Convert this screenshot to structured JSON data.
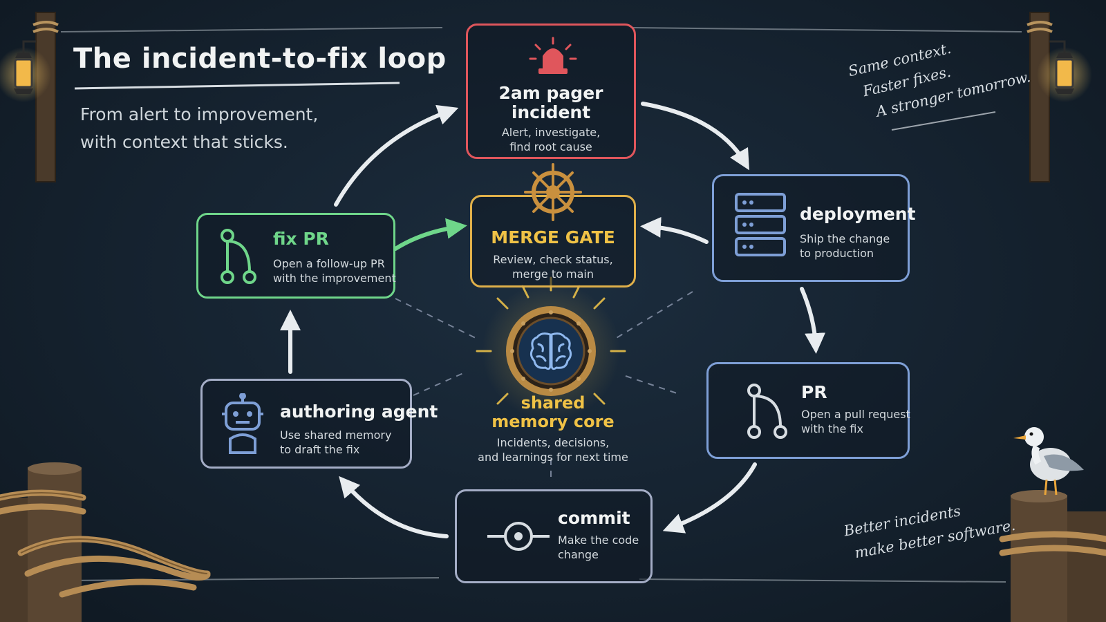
{
  "header": {
    "title": "The incident-to-fix loop",
    "subtitle_lines": [
      "From alert to improvement,",
      "with context that sticks."
    ]
  },
  "notes": {
    "top_right": [
      "Same context.",
      "Faster fixes.",
      "A stronger tomorrow."
    ],
    "bottom_right": [
      "Better incidents",
      "make better software."
    ]
  },
  "nodes": {
    "incident": {
      "title_lines": [
        "2am pager",
        "incident"
      ],
      "desc": [
        "Alert, investigate,",
        "find root cause"
      ],
      "color": "#e0565c",
      "icon": "siren-icon"
    },
    "deployment": {
      "title": "deployment",
      "desc": [
        "Ship the change",
        "to production"
      ],
      "color": "#7e9fd6",
      "icon": "server-icon"
    },
    "pr": {
      "title": "PR",
      "desc": [
        "Open a pull request",
        "with the fix"
      ],
      "color": "#7e9fd6",
      "icon": "git-branch-icon"
    },
    "commit": {
      "title": "commit",
      "desc": [
        "Make the code",
        "change"
      ],
      "color": "#a4adc6",
      "icon": "git-commit-icon"
    },
    "authoring_agent": {
      "title": "authoring agent",
      "desc": [
        "Use shared memory",
        "to draft the fix"
      ],
      "color": "#a4adc6",
      "icon": "robot-icon"
    },
    "fix_pr": {
      "title": "fix PR",
      "desc": [
        "Open a follow-up PR",
        "with the improvement"
      ],
      "color": "#6fd68a",
      "icon": "git-branch-icon"
    },
    "merge_gate": {
      "title": "MERGE GATE",
      "desc": [
        "Review, check status,",
        "merge to main"
      ],
      "color": "#e0b04a",
      "icon": "ship-wheel-icon"
    }
  },
  "core": {
    "title_lines": [
      "shared",
      "memory core"
    ],
    "desc": [
      "Incidents, decisions,",
      "and learnings for next time"
    ],
    "icon": "brain-icon",
    "color": "#f0c246"
  }
}
